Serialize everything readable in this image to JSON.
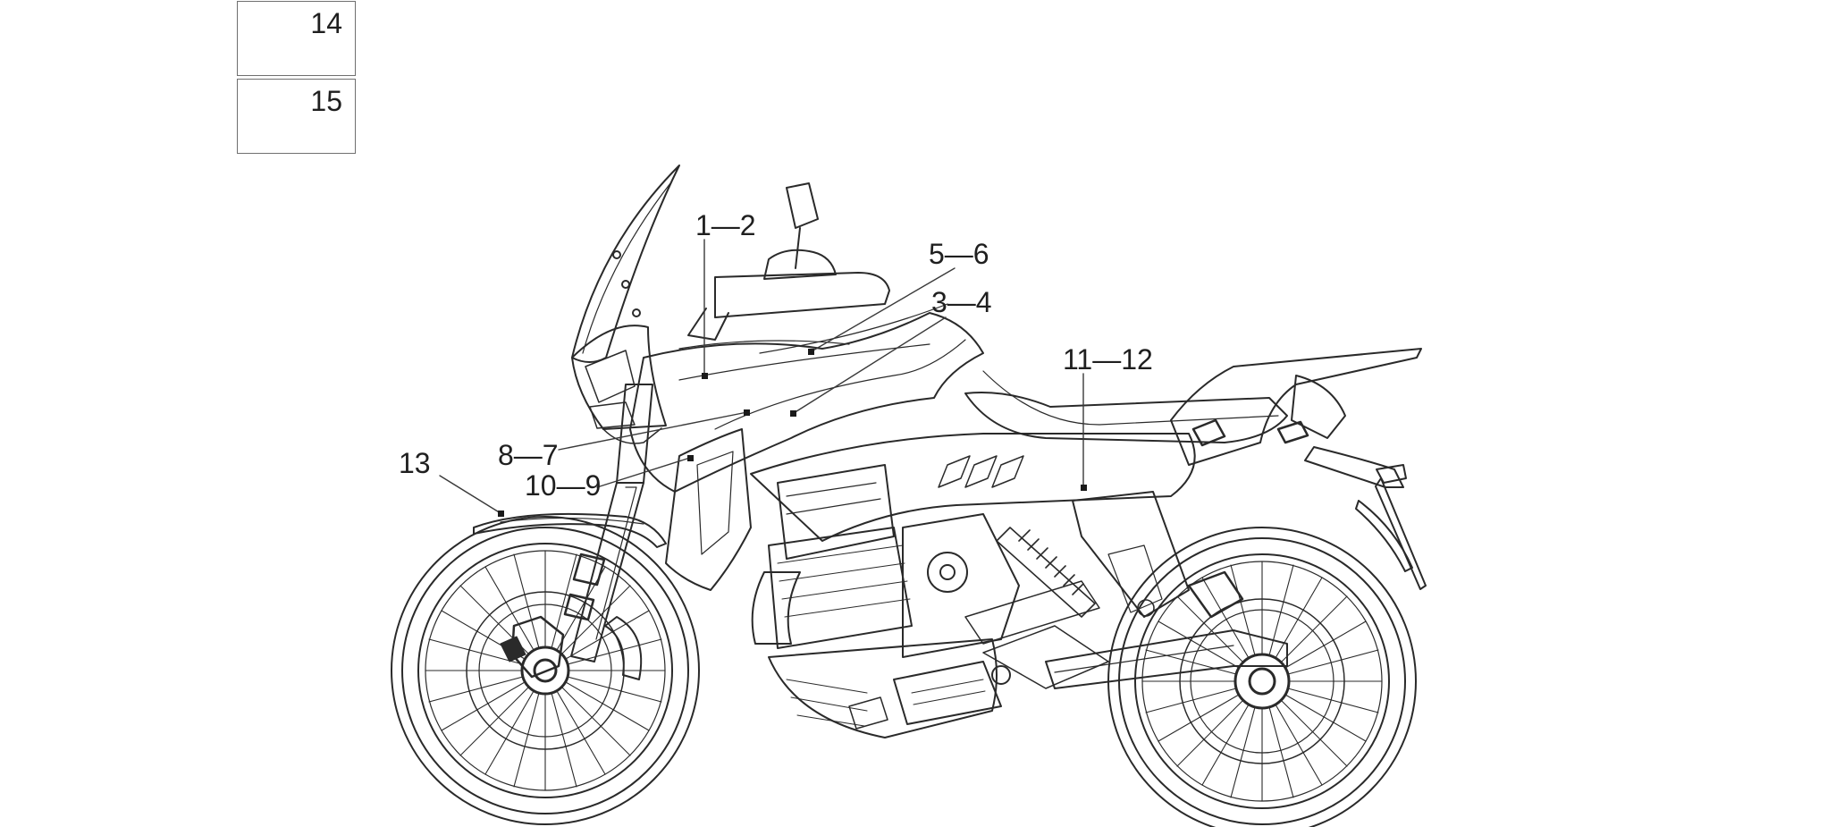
{
  "boxes": [
    {
      "label": "14"
    },
    {
      "label": "15"
    }
  ],
  "callouts": [
    {
      "label": "1—2"
    },
    {
      "label": "5—6"
    },
    {
      "label": "3—4"
    },
    {
      "label": "11—12"
    },
    {
      "label": "8—7"
    },
    {
      "label": "10—9"
    },
    {
      "label": "13"
    }
  ]
}
